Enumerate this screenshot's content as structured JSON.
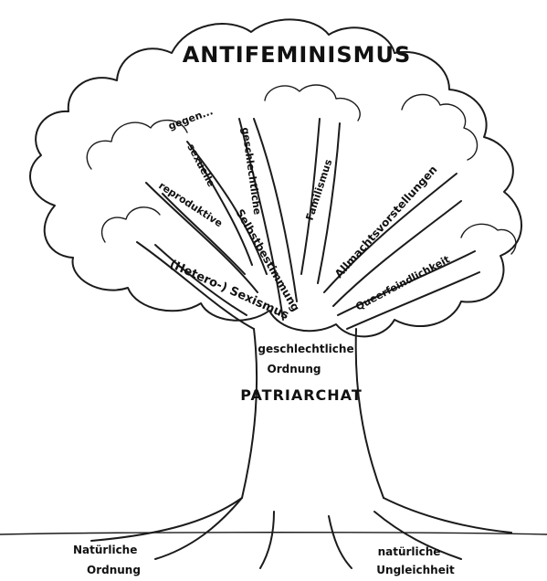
{
  "title": "ANTIFEMINISMUS",
  "branches": {
    "gegen": "gegen...",
    "sexuelle": "sexuelle",
    "reproduktive": "reproduktive",
    "geschlechtliche": "geschlechtliche",
    "selbstbestimmung": "Selbstbestimmung",
    "familismus": "Familismus",
    "allmacht": "Allmachtsvorstellungen",
    "queerfeindlichkeit": "Queerfeindlichkeit",
    "heterosexismus": "(Hetero-) Sexismus"
  },
  "trunk": {
    "line1": "geschlechtliche",
    "line2": "Ordnung",
    "patriarchat": "PATRIARCHAT"
  },
  "roots": {
    "left_line1": "Natürliche",
    "left_line2": "Ordnung",
    "right_line1": "natürliche",
    "right_line2": "Ungleichheit"
  }
}
